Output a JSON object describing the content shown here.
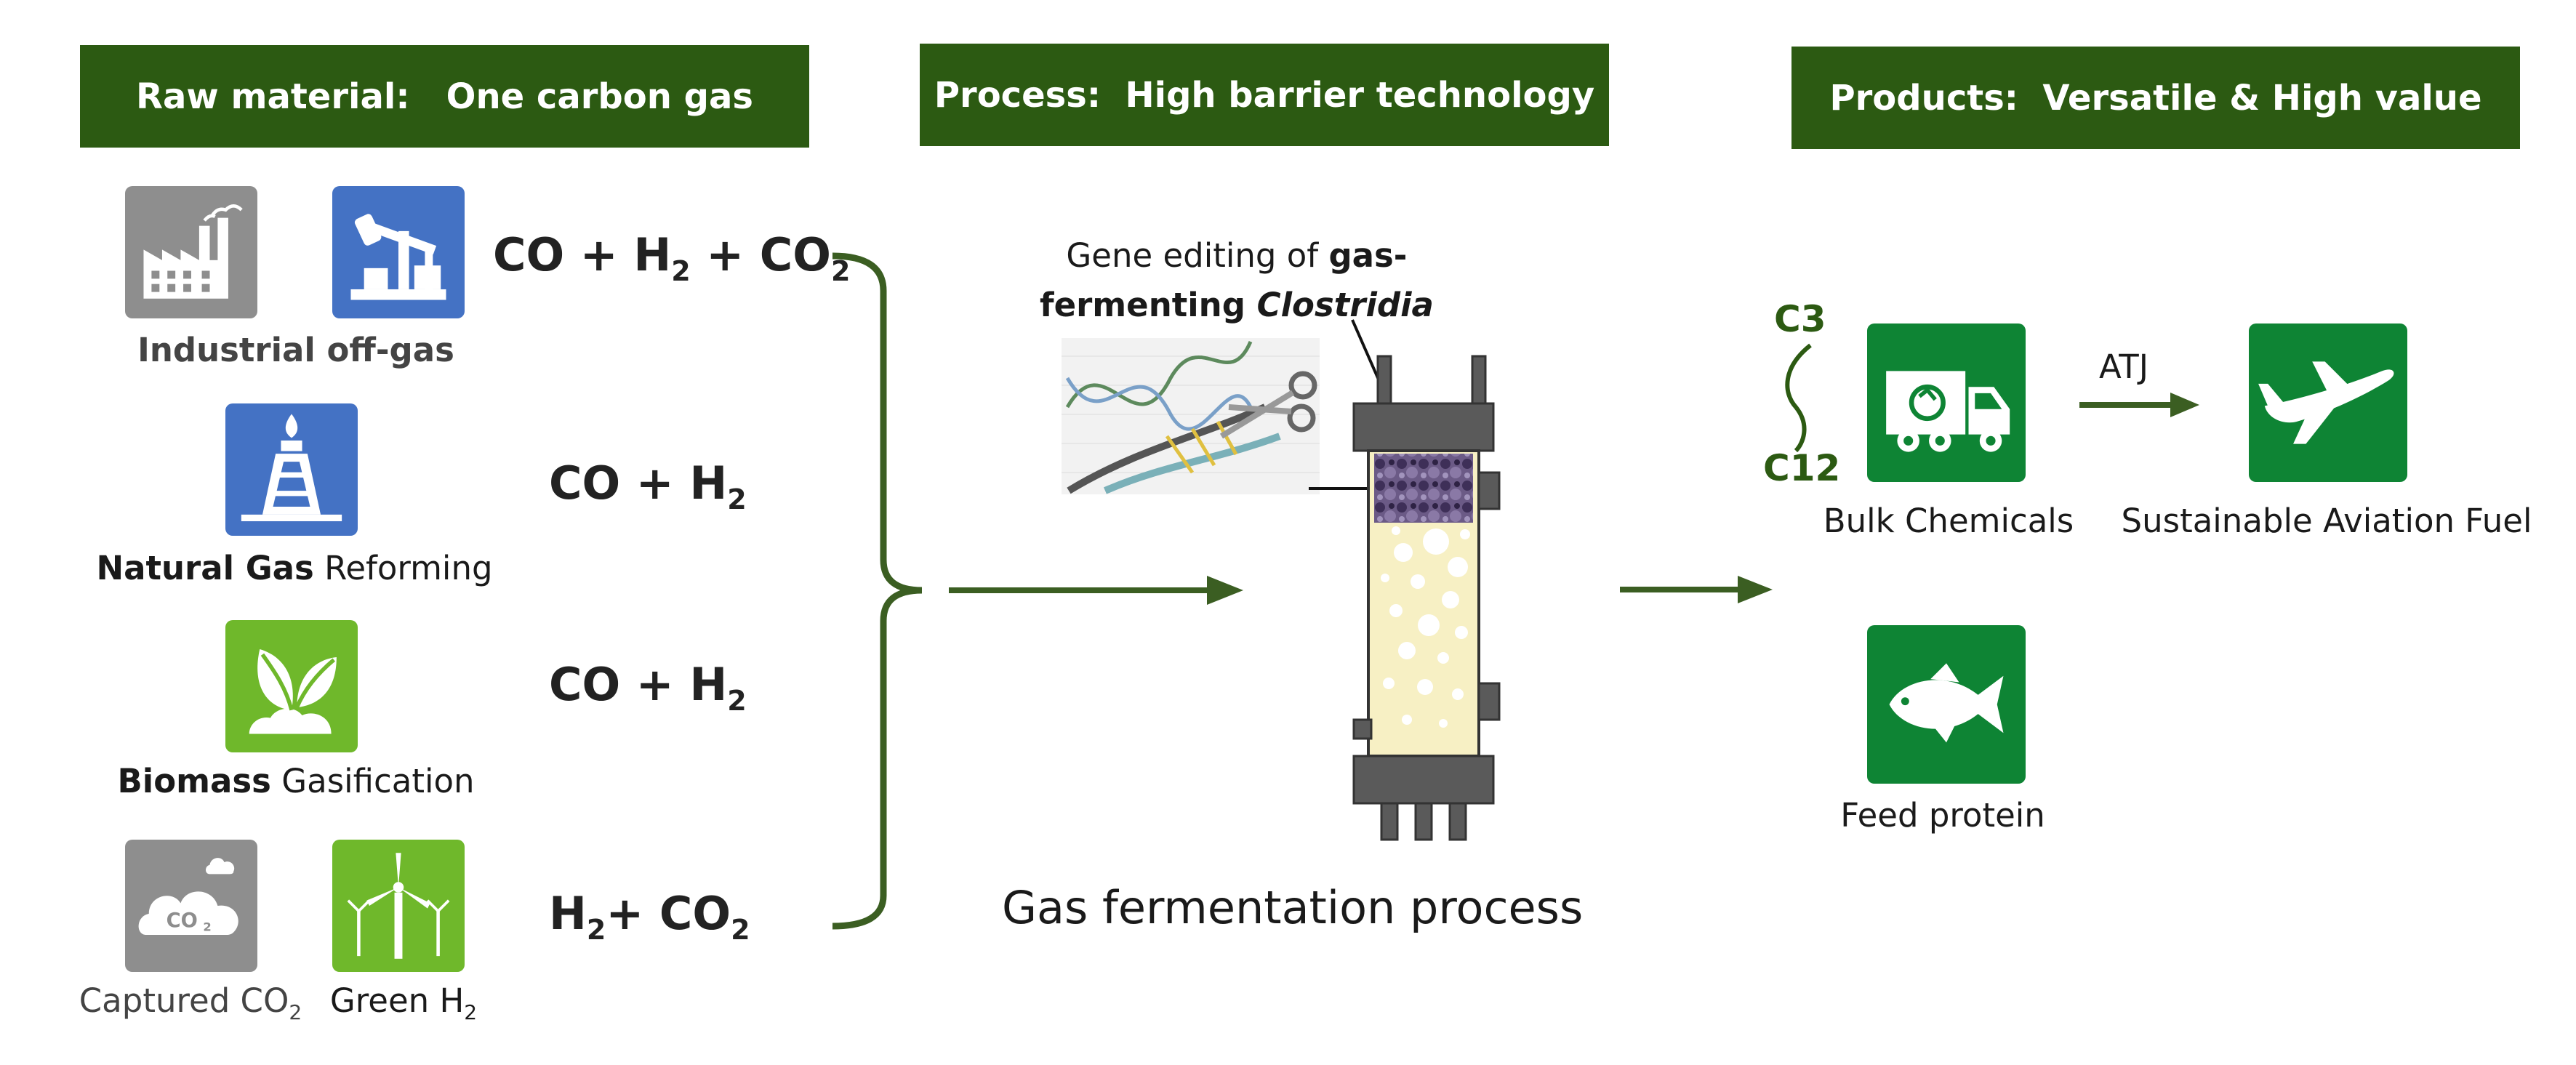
{
  "banners": {
    "raw": "Raw material:   One carbon gas",
    "process": "Process:  High barrier technology",
    "products": "Products:  Versatile & High value"
  },
  "sources": {
    "industrial": "Industrial off-gas",
    "natural_gas_bold": "Natural Gas",
    "natural_gas_rest": " Reforming",
    "biomass_bold": "Biomass",
    "biomass_rest": " Gasification",
    "captured_prefix": "Captured CO",
    "captured_sub": "2",
    "green_prefix": "Green H",
    "green_sub": "2"
  },
  "formulas": {
    "f1": {
      "a": "CO + H",
      "a_sub": "2",
      "b": " + CO",
      "b_sub": "2"
    },
    "f2": {
      "a": "CO + H",
      "a_sub": "2"
    },
    "f3": {
      "a": "CO + H",
      "a_sub": "2"
    },
    "f4": {
      "a": "H",
      "a_sub": "2",
      "b": "+ CO",
      "b_sub": "2"
    }
  },
  "process": {
    "gene_line1_pre": "Gene editing of ",
    "gene_line1_bold": "gas-",
    "gene_line2_bold": "fermenting ",
    "gene_line2_italic": "Clostridia",
    "caption": "Gas fermentation process"
  },
  "products": {
    "c3": "C3",
    "c12": "C12",
    "atj": "ATJ",
    "bulk": "Bulk Chemicals",
    "saf": "Sustainable Aviation Fuel",
    "feed": "Feed protein"
  },
  "icon_names": [
    "factory-icon",
    "oil-pump-icon",
    "gas-well-icon",
    "plant-icon",
    "co2-cloud-icon",
    "wind-turbine-icon",
    "bioreactor-icon",
    "dna-scissors-icon",
    "truck-icon",
    "airplane-icon",
    "fish-icon"
  ],
  "colors": {
    "banner": "#2c5a12",
    "arrow": "#3b5e22",
    "gray_tile": "#8e8e8e",
    "blue_tile": "#4472c4",
    "lime_tile": "#6fb82b",
    "green_tile": "#0e8434",
    "broth": "#f7f0c4"
  }
}
